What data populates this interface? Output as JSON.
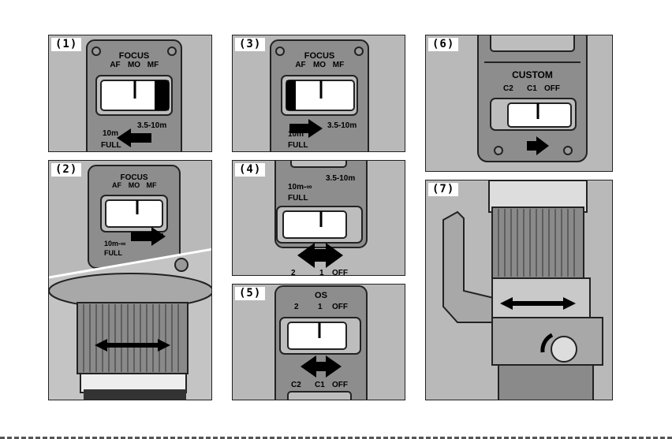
{
  "steps": {
    "p1": "(1)",
    "p2": "(2)",
    "p3": "(3)",
    "p4": "(4)",
    "p5": "(5)",
    "p6": "(6)",
    "p7": "(7)"
  },
  "focus_switch": {
    "title": "FOCUS",
    "af": "AF",
    "mo": "MO",
    "mf": "MF",
    "range_near": "3.5-10m",
    "range_far": "10m-∞",
    "full": "FULL",
    "p1_far": "10m",
    "p3_far": "10m"
  },
  "os_switch": {
    "title": "OS",
    "pos2": "2",
    "pos1": "1",
    "off": "OFF"
  },
  "custom_switch": {
    "title": "CUSTOM",
    "c2": "C2",
    "c1": "C1",
    "off": "OFF"
  },
  "colors": {
    "panel": "#b9b9b9",
    "plate": "#8c8c8c",
    "ink": "#000000",
    "paper": "#ffffff"
  }
}
